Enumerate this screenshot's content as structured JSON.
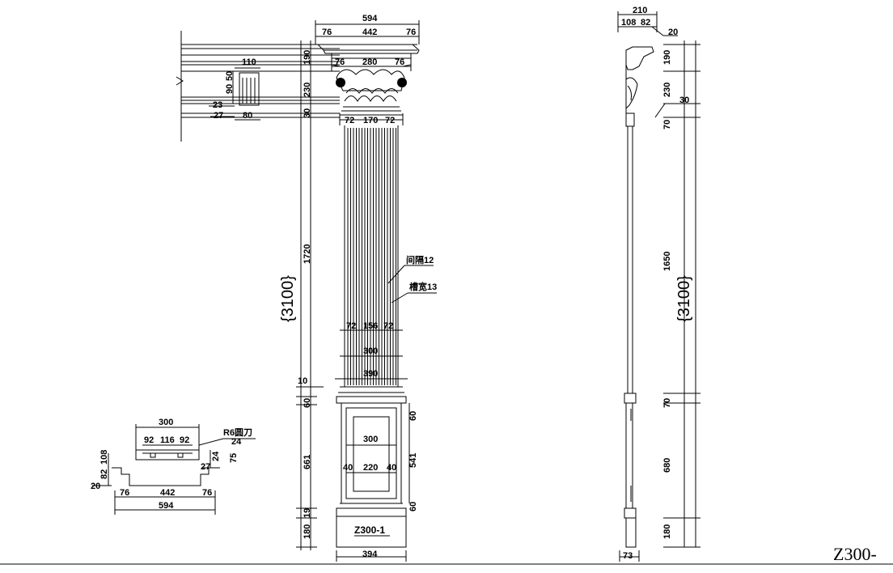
{
  "drawing": {
    "title": "Z300-",
    "column_code": "Z300-1",
    "front_view": {
      "overall_height": "{3100}",
      "top_widths": [
        "594",
        "76",
        "442",
        "76"
      ],
      "capital_widths": [
        "76",
        "280",
        "76"
      ],
      "shaft_top_widths": [
        "72",
        "170",
        "72"
      ],
      "shaft_bottom_widths": [
        "72",
        "156",
        "72"
      ],
      "shaft_width_300": "300",
      "shaft_width_390": "390",
      "base_widths": [
        "300",
        "40",
        "220",
        "40"
      ],
      "base_bottom_width": "394",
      "heights": [
        "190",
        "230",
        "30",
        "1720",
        "10",
        "60",
        "661",
        "19",
        "180"
      ],
      "panel_heights": [
        "60",
        "541",
        "60"
      ],
      "flute_gap_note": "间隔12",
      "flute_width_note": "槽宽13"
    },
    "entablature_detail": {
      "width": "110",
      "heights": [
        "90",
        "50"
      ],
      "dims": [
        "23",
        "27",
        "80"
      ]
    },
    "side_view": {
      "overall_height": "{3100}",
      "top_widths": [
        "210",
        "108",
        "82",
        "20"
      ],
      "side_note": "30",
      "heights": [
        "190",
        "230",
        "70",
        "1650",
        "70",
        "680",
        "180"
      ],
      "base_width": "73"
    },
    "section_detail": {
      "top_width": "300",
      "groove_widths": [
        "92",
        "116",
        "92"
      ],
      "router_note": "R6圆刀",
      "right_dims": [
        "24",
        "24",
        "75",
        "27"
      ],
      "left_dims": [
        "108",
        "82",
        "20"
      ],
      "bottom_widths": [
        "76",
        "442",
        "76"
      ],
      "overall_width": "594"
    }
  }
}
